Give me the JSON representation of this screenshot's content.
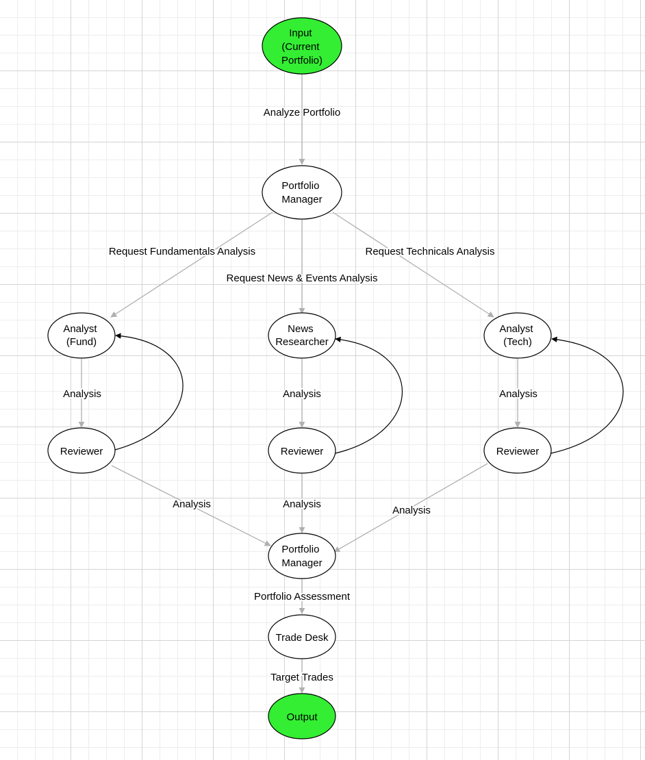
{
  "colors": {
    "start_end_fill": "#33ee33",
    "node_fill": "#ffffff",
    "edge_gray": "#b0b0b0",
    "feedback_edge": "#000000"
  },
  "nodes": {
    "input": {
      "label": [
        "Input",
        "(Current",
        "Portfolio)"
      ]
    },
    "pm_top": {
      "label": [
        "Portfolio",
        "Manager"
      ]
    },
    "analyst_fund": {
      "label": [
        "Analyst",
        "(Fund)"
      ]
    },
    "news_researcher": {
      "label": [
        "News",
        "Researcher"
      ]
    },
    "analyst_tech": {
      "label": [
        "Analyst",
        "(Tech)"
      ]
    },
    "reviewer_fund": {
      "label": [
        "Reviewer"
      ]
    },
    "reviewer_news": {
      "label": [
        "Reviewer"
      ]
    },
    "reviewer_tech": {
      "label": [
        "Reviewer"
      ]
    },
    "pm_bottom": {
      "label": [
        "Portfolio",
        "Manager"
      ]
    },
    "trade_desk": {
      "label": [
        "Trade Desk"
      ]
    },
    "output": {
      "label": [
        "Output"
      ]
    }
  },
  "edges": {
    "analyze_portfolio": "Analyze Portfolio",
    "request_fundamentals": "Request Fundamentals Analysis",
    "request_news_events": "Request News & Events Analysis",
    "request_technicals": "Request Technicals Analysis",
    "fund_analysis": "Analysis",
    "news_analysis": "Analysis",
    "tech_analysis": "Analysis",
    "fund_review_to_pm": "Analysis",
    "news_review_to_pm": "Analysis",
    "tech_review_to_pm": "Analysis",
    "portfolio_assessment": "Portfolio Assessment",
    "target_trades": "Target Trades"
  }
}
